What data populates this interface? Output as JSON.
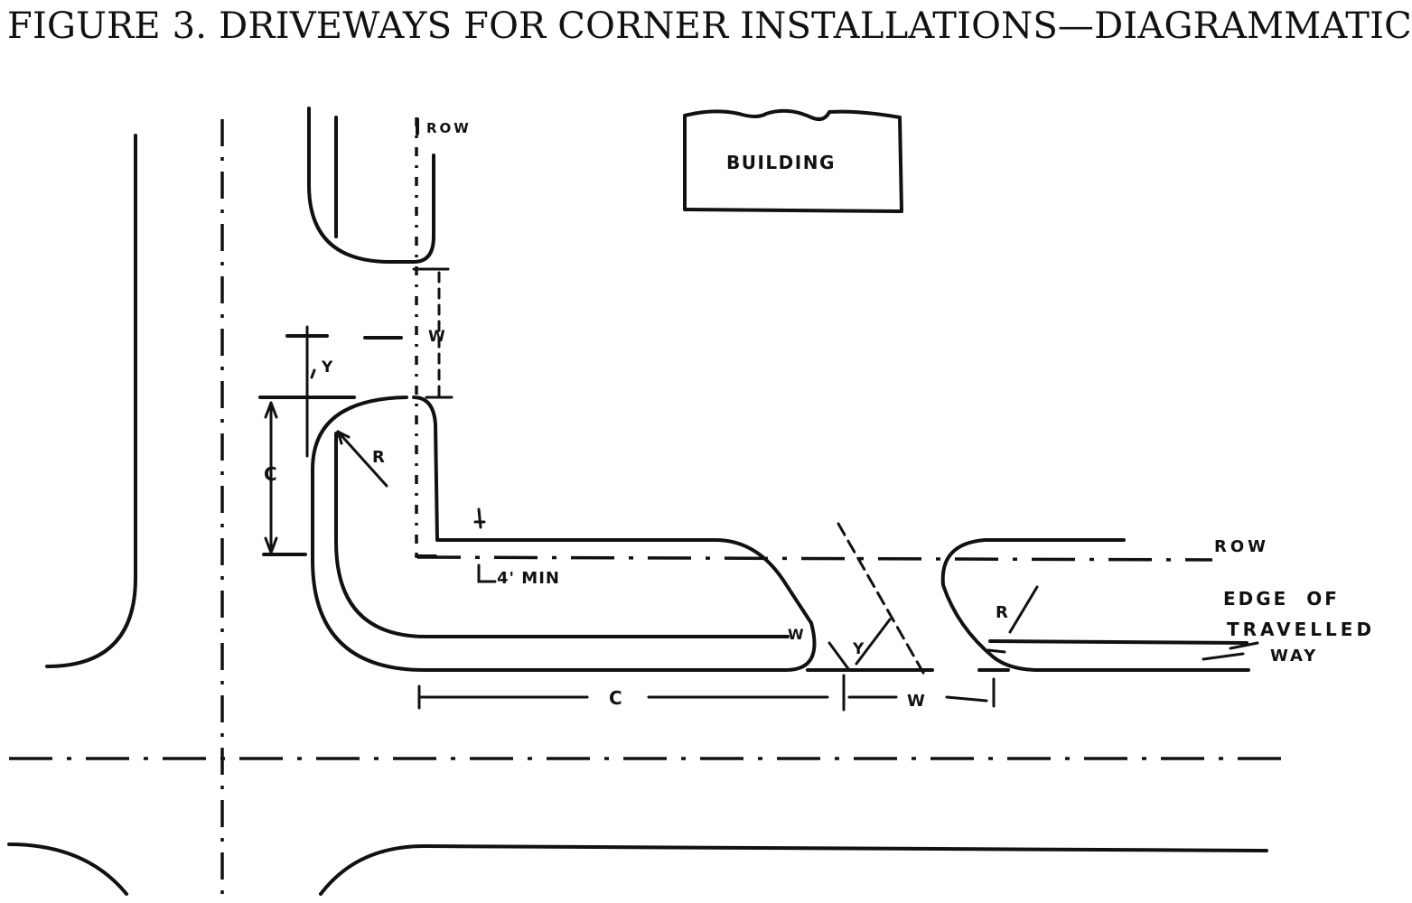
{
  "title": "FIGURE 3. DRIVEWAYS FOR CORNER INSTALLATIONS—DIAGRAMMATIC",
  "labels": {
    "row_top": "ROW",
    "building": "BUILDING",
    "w_vertical": "W",
    "y_left": "Y",
    "r_corner": "R",
    "c_vertical": "C",
    "min_offset": "4' MIN",
    "row_right": "ROW",
    "edge_line1": "EDGE  OF",
    "edge_line2": "TRAVELLED",
    "edge_line3": "WAY",
    "r_right": "R",
    "y_angled": "Y",
    "w_small": "W",
    "c_horizontal": "C",
    "w_horizontal": "W"
  }
}
